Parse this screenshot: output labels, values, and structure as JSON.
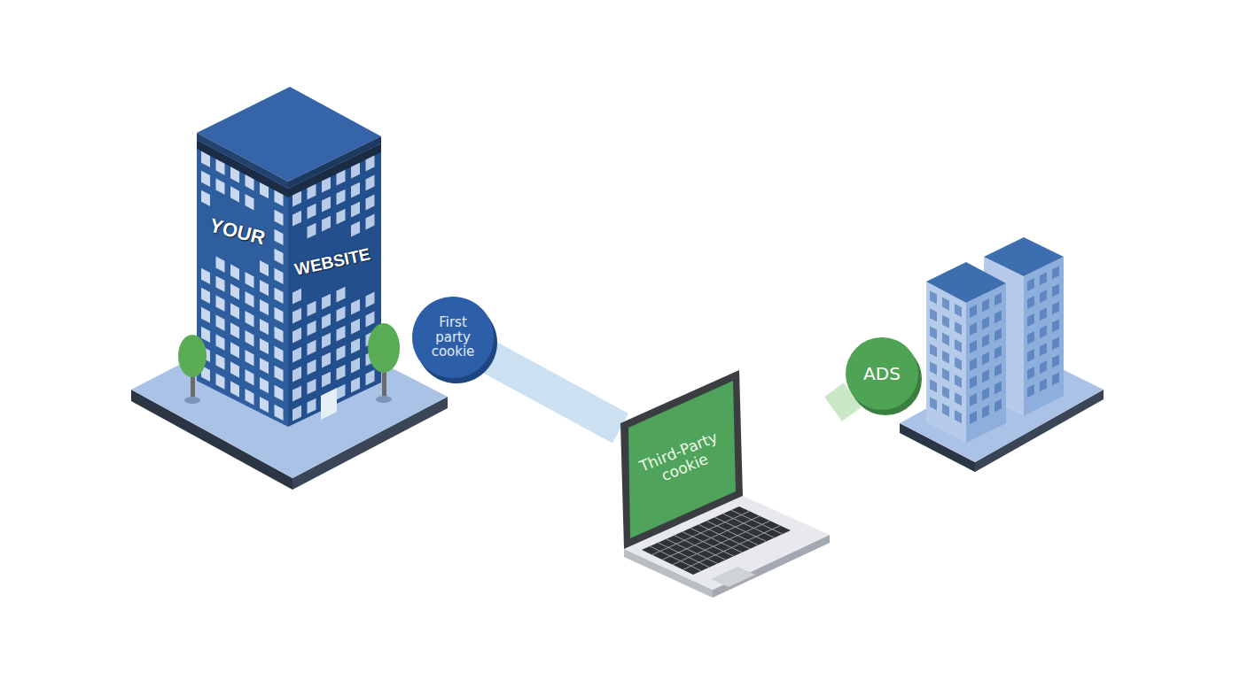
{
  "diagram": {
    "nodes": [
      {
        "text": [
          "YOUR",
          "WEBSITE"
        ]
      },
      {
        "text": [
          "First party cookie"
        ]
      },
      {
        "text": [
          "Third-Party cookie"
        ]
      },
      {
        "text": [
          "ADS"
        ]
      }
    ],
    "edges": [
      {
        "from": 1,
        "to": 2,
        "arrow": "none"
      },
      {
        "from": 2,
        "to": 3,
        "arrow": "none"
      }
    ]
  }
}
